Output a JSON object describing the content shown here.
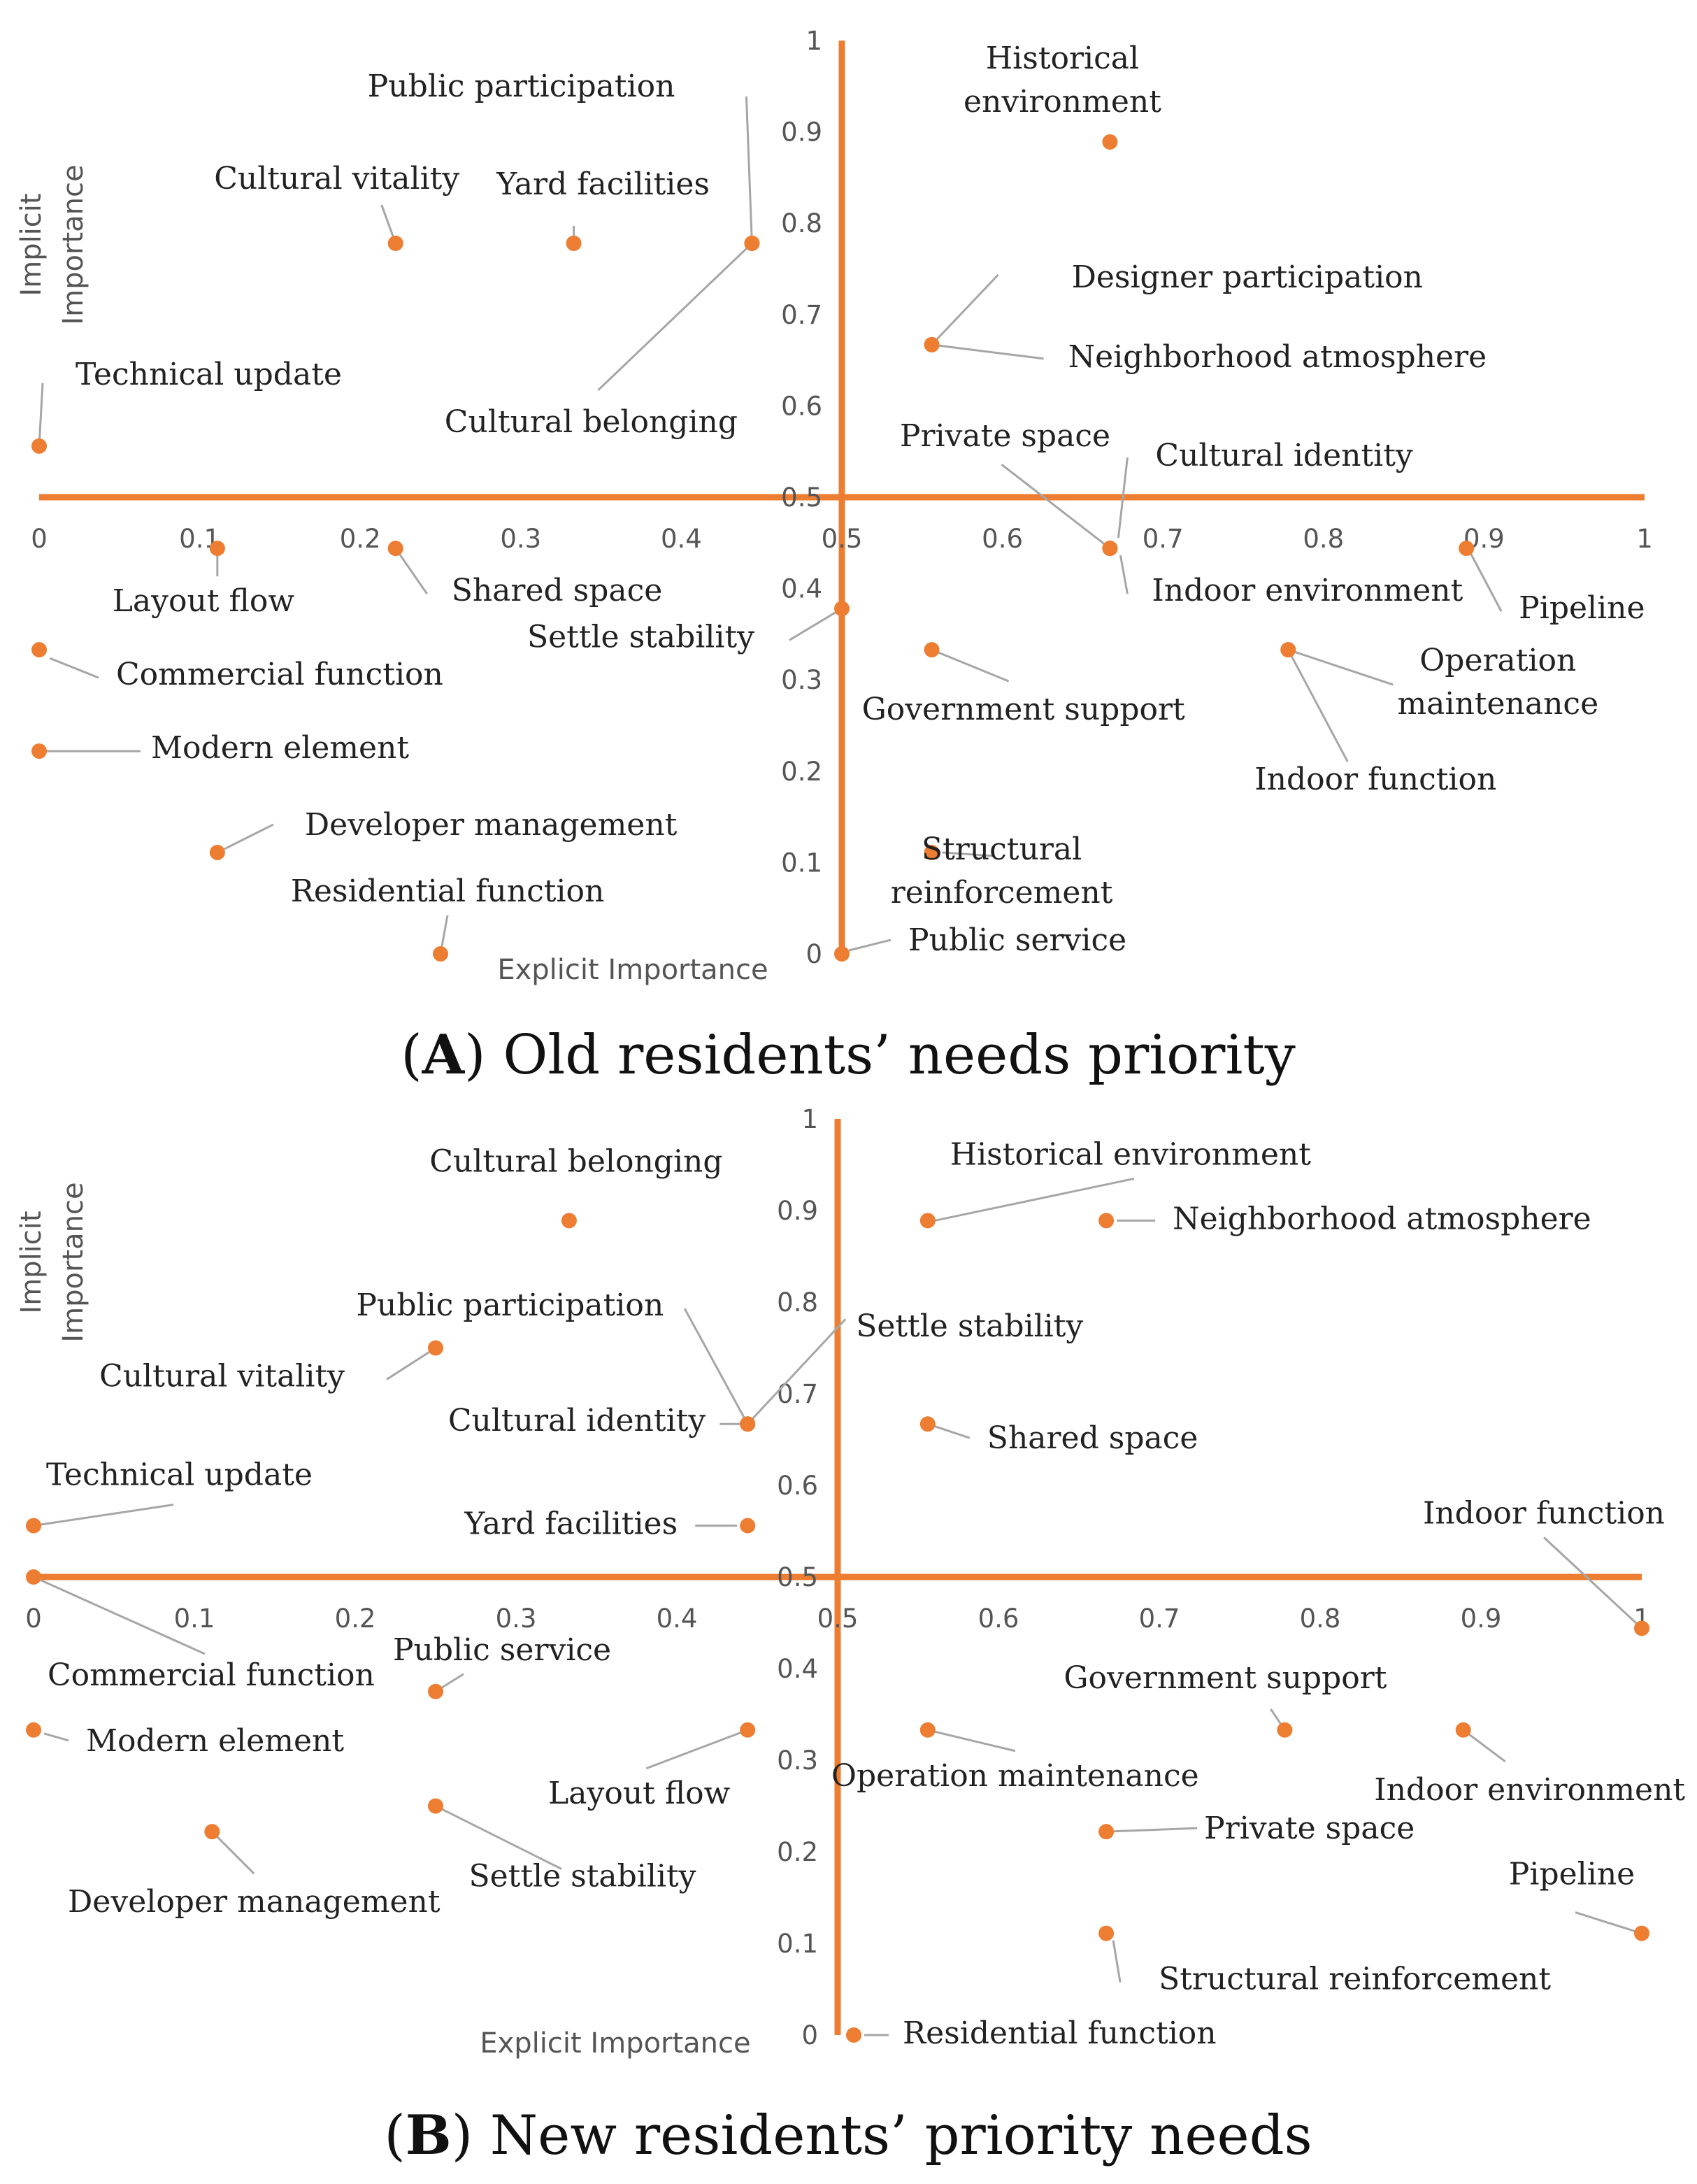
{
  "chart_data": [
    {
      "type": "scatter",
      "panel_letter": "A",
      "caption": "Old residents’ needs priority",
      "xlabel": "Explicit Importance",
      "ylabel": "Implicit Importance",
      "xlim": [
        0,
        1
      ],
      "ylim": [
        0,
        1
      ],
      "x_ticks": [
        "0",
        "0.1",
        "0.2",
        "0.3",
        "0.4",
        "0.5",
        "0.6",
        "0.7",
        "0.8",
        "0.9",
        "1"
      ],
      "y_ticks": [
        "0",
        "0.1",
        "0.2",
        "0.3",
        "0.4",
        "0.5",
        "0.6",
        "0.7",
        "0.8",
        "0.9",
        "1"
      ],
      "quadrant_lines": {
        "x": 0.5,
        "y": 0.5
      },
      "marker_color": "#ED7D31",
      "points": [
        {
          "label": "Historical environment",
          "x": 0.667,
          "y": 0.889
        },
        {
          "label": "Public participation",
          "x": 0.444,
          "y": 0.778
        },
        {
          "label": "Cultural vitality",
          "x": 0.222,
          "y": 0.778
        },
        {
          "label": "Yard facilities",
          "x": 0.333,
          "y": 0.778
        },
        {
          "label": "Cultural belonging",
          "x": 0.444,
          "y": 0.778
        },
        {
          "label": "Designer participation",
          "x": 0.556,
          "y": 0.667
        },
        {
          "label": "Neighborhood atmosphere",
          "x": 0.556,
          "y": 0.667
        },
        {
          "label": "Technical update",
          "x": 0.0,
          "y": 0.556
        },
        {
          "label": "Private space",
          "x": 0.667,
          "y": 0.444
        },
        {
          "label": "Cultural identity",
          "x": 0.667,
          "y": 0.444
        },
        {
          "label": "Indoor environment",
          "x": 0.667,
          "y": 0.444
        },
        {
          "label": "Pipeline",
          "x": 0.889,
          "y": 0.444
        },
        {
          "label": "Layout flow",
          "x": 0.111,
          "y": 0.444
        },
        {
          "label": "Shared space",
          "x": 0.222,
          "y": 0.444
        },
        {
          "label": "Settle stability",
          "x": 0.5,
          "y": 0.378
        },
        {
          "label": "Government support",
          "x": 0.556,
          "y": 0.333
        },
        {
          "label": "Operation maintenance",
          "x": 0.778,
          "y": 0.333
        },
        {
          "label": "Indoor function",
          "x": 0.778,
          "y": 0.333
        },
        {
          "label": "Commercial function",
          "x": 0.0,
          "y": 0.333
        },
        {
          "label": "Modern element",
          "x": 0.0,
          "y": 0.222
        },
        {
          "label": "Developer management",
          "x": 0.111,
          "y": 0.111
        },
        {
          "label": "Structural reinforcement",
          "x": 0.556,
          "y": 0.111
        },
        {
          "label": "Residential function",
          "x": 0.25,
          "y": 0.0
        },
        {
          "label": "Public service",
          "x": 0.5,
          "y": 0.0
        }
      ]
    },
    {
      "type": "scatter",
      "panel_letter": "B",
      "caption": "New residents’ priority needs",
      "xlabel": "Explicit Importance",
      "ylabel": "Implicit Importance",
      "xlim": [
        0,
        1
      ],
      "ylim": [
        0,
        1
      ],
      "x_ticks": [
        "0",
        "0.1",
        "0.2",
        "0.3",
        "0.4",
        "0.5",
        "0.6",
        "0.7",
        "0.8",
        "0.9",
        "1"
      ],
      "y_ticks": [
        "0",
        "0.1",
        "0.2",
        "0.3",
        "0.4",
        "0.5",
        "0.6",
        "0.7",
        "0.8",
        "0.9",
        "1"
      ],
      "quadrant_lines": {
        "x": 0.5,
        "y": 0.5
      },
      "marker_color": "#ED7D31",
      "points": [
        {
          "label": "Cultural belonging",
          "x": 0.333,
          "y": 0.889
        },
        {
          "label": "Historical environment",
          "x": 0.556,
          "y": 0.889
        },
        {
          "label": "Neighborhood atmosphere",
          "x": 0.667,
          "y": 0.889
        },
        {
          "label": "Public participation",
          "x": 0.444,
          "y": 0.667
        },
        {
          "label": "Settle stability",
          "x": 0.444,
          "y": 0.667
        },
        {
          "label": "Cultural identity",
          "x": 0.444,
          "y": 0.667
        },
        {
          "label": "Cultural vitality",
          "x": 0.25,
          "y": 0.75
        },
        {
          "label": "Shared space",
          "x": 0.556,
          "y": 0.667
        },
        {
          "label": "Technical update",
          "x": 0.0,
          "y": 0.556
        },
        {
          "label": "Yard facilities",
          "x": 0.444,
          "y": 0.556
        },
        {
          "label": "Commercial function",
          "x": 0.0,
          "y": 0.5
        },
        {
          "label": "Indoor function",
          "x": 1.0,
          "y": 0.444
        },
        {
          "label": "Public service",
          "x": 0.25,
          "y": 0.375
        },
        {
          "label": "Modern element",
          "x": 0.0,
          "y": 0.333
        },
        {
          "label": "Layout flow",
          "x": 0.444,
          "y": 0.333
        },
        {
          "label": "Operation maintenance",
          "x": 0.556,
          "y": 0.333
        },
        {
          "label": "Government support",
          "x": 0.778,
          "y": 0.333
        },
        {
          "label": "Indoor environment",
          "x": 0.889,
          "y": 0.333
        },
        {
          "label": "Settle stability",
          "x": 0.25,
          "y": 0.25
        },
        {
          "label": "Developer management",
          "x": 0.111,
          "y": 0.222
        },
        {
          "label": "Private space",
          "x": 0.667,
          "y": 0.222
        },
        {
          "label": "Pipeline",
          "x": 1.0,
          "y": 0.111
        },
        {
          "label": "Structural reinforcement",
          "x": 0.667,
          "y": 0.111
        },
        {
          "label": "Residential function",
          "x": 0.51,
          "y": 0.0
        }
      ]
    }
  ]
}
